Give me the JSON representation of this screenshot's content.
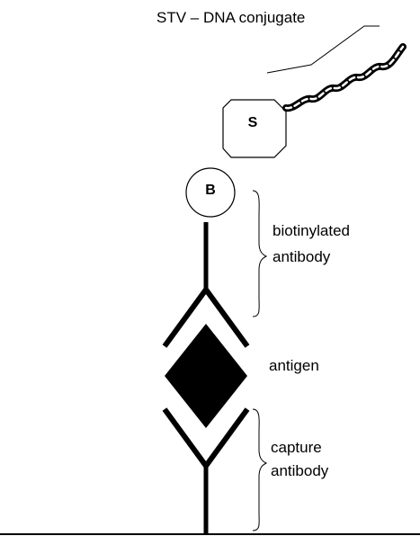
{
  "labels": {
    "conjugate": "STV – DNA conjugate",
    "streptavidin": "S",
    "biotin": "B",
    "biotinylated_line1": "biotinylated",
    "biotinylated_line2": "antibody",
    "antigen": "antigen",
    "capture_line1": "capture",
    "capture_line2": "antibody"
  },
  "colors": {
    "ink": "#000000",
    "background": "#ffffff"
  }
}
